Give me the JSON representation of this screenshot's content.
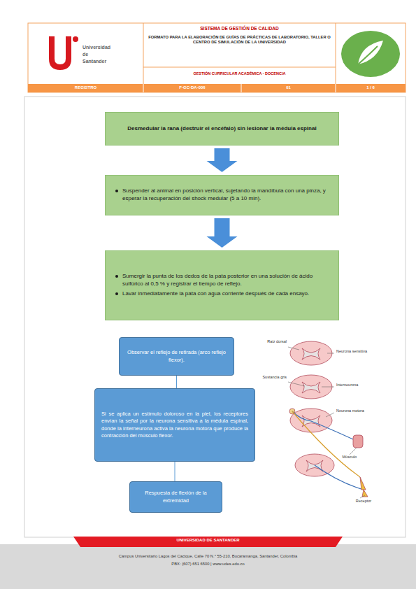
{
  "diagram": {
    "title": "SISTEMA DE GESTIÓN DE CALIDAD",
    "nodes": [
      {
        "text": [
          "Desmedular la rana (destruir el encéfalo) sin lesionar la médula espinal"
        ]
      },
      {
        "text": [
          "Suspender al animal en posición vertical, sujetando la mandíbula con una pinza, y esperar la recuperación del shock medular (5 a 10 min)."
        ]
      },
      {
        "text": [
          "Sumergir la punta de los dedos de la pata posterior en una solución de ácido sulfúrico al 0,5 % y registrar el tiempo de reflejo.",
          "Lavar inmediatamente la pata con agua corriente después de cada ensayo."
        ]
      },
      {
        "text": [
          "Observar el reflejo de retirada (arco reflejo flexor)."
        ]
      },
      {
        "text": [
          "Si se aplica un estímulo doloroso en la piel, los receptores envían la señal por la neurona sensitiva a la médula espinal, donde la interneurona activa la neurona motora que produce la contracción del músculo flexor."
        ]
      },
      {
        "text": [
          "Respuesta de flexión de la extremidad"
        ]
      }
    ],
    "edges": [
      {
        "from": 0,
        "to": 1,
        "arrow": "to"
      },
      {
        "from": 1,
        "to": 2,
        "arrow": "to"
      },
      {
        "from": 3,
        "to": 4,
        "arrow": "none"
      },
      {
        "from": 4,
        "to": 5,
        "arrow": "none"
      }
    ],
    "labels": [
      "FORMATO PARA LA ELABORACIÓN DE GUÍAS DE PRÁCTICAS DE LABORATORIO, TALLER O CENTRO DE SIMULACIÓN DE LA UNIVERSIDAD",
      "GESTIÓN CURRICULAR ACADÉMICA - DOCENCIA",
      "Universidad",
      "de",
      "Santander",
      "REGISTRO",
      "F-GC-DA-006",
      "01",
      "1 / 6",
      "Raíz dorsal",
      "Sustancia gris",
      "Neurona sensitiva",
      "Interneurona",
      "Neurona motora",
      "Músculo",
      "Receptor",
      "UNIVERSIDAD DE SANTANDER",
      "Campus Universitario Lagos del Cacique, Calle 70 N.° 55-210, Bucaramanga, Santander, Colombia",
      "PBX: (607) 651 6500 | www.udes.edu.co"
    ]
  }
}
